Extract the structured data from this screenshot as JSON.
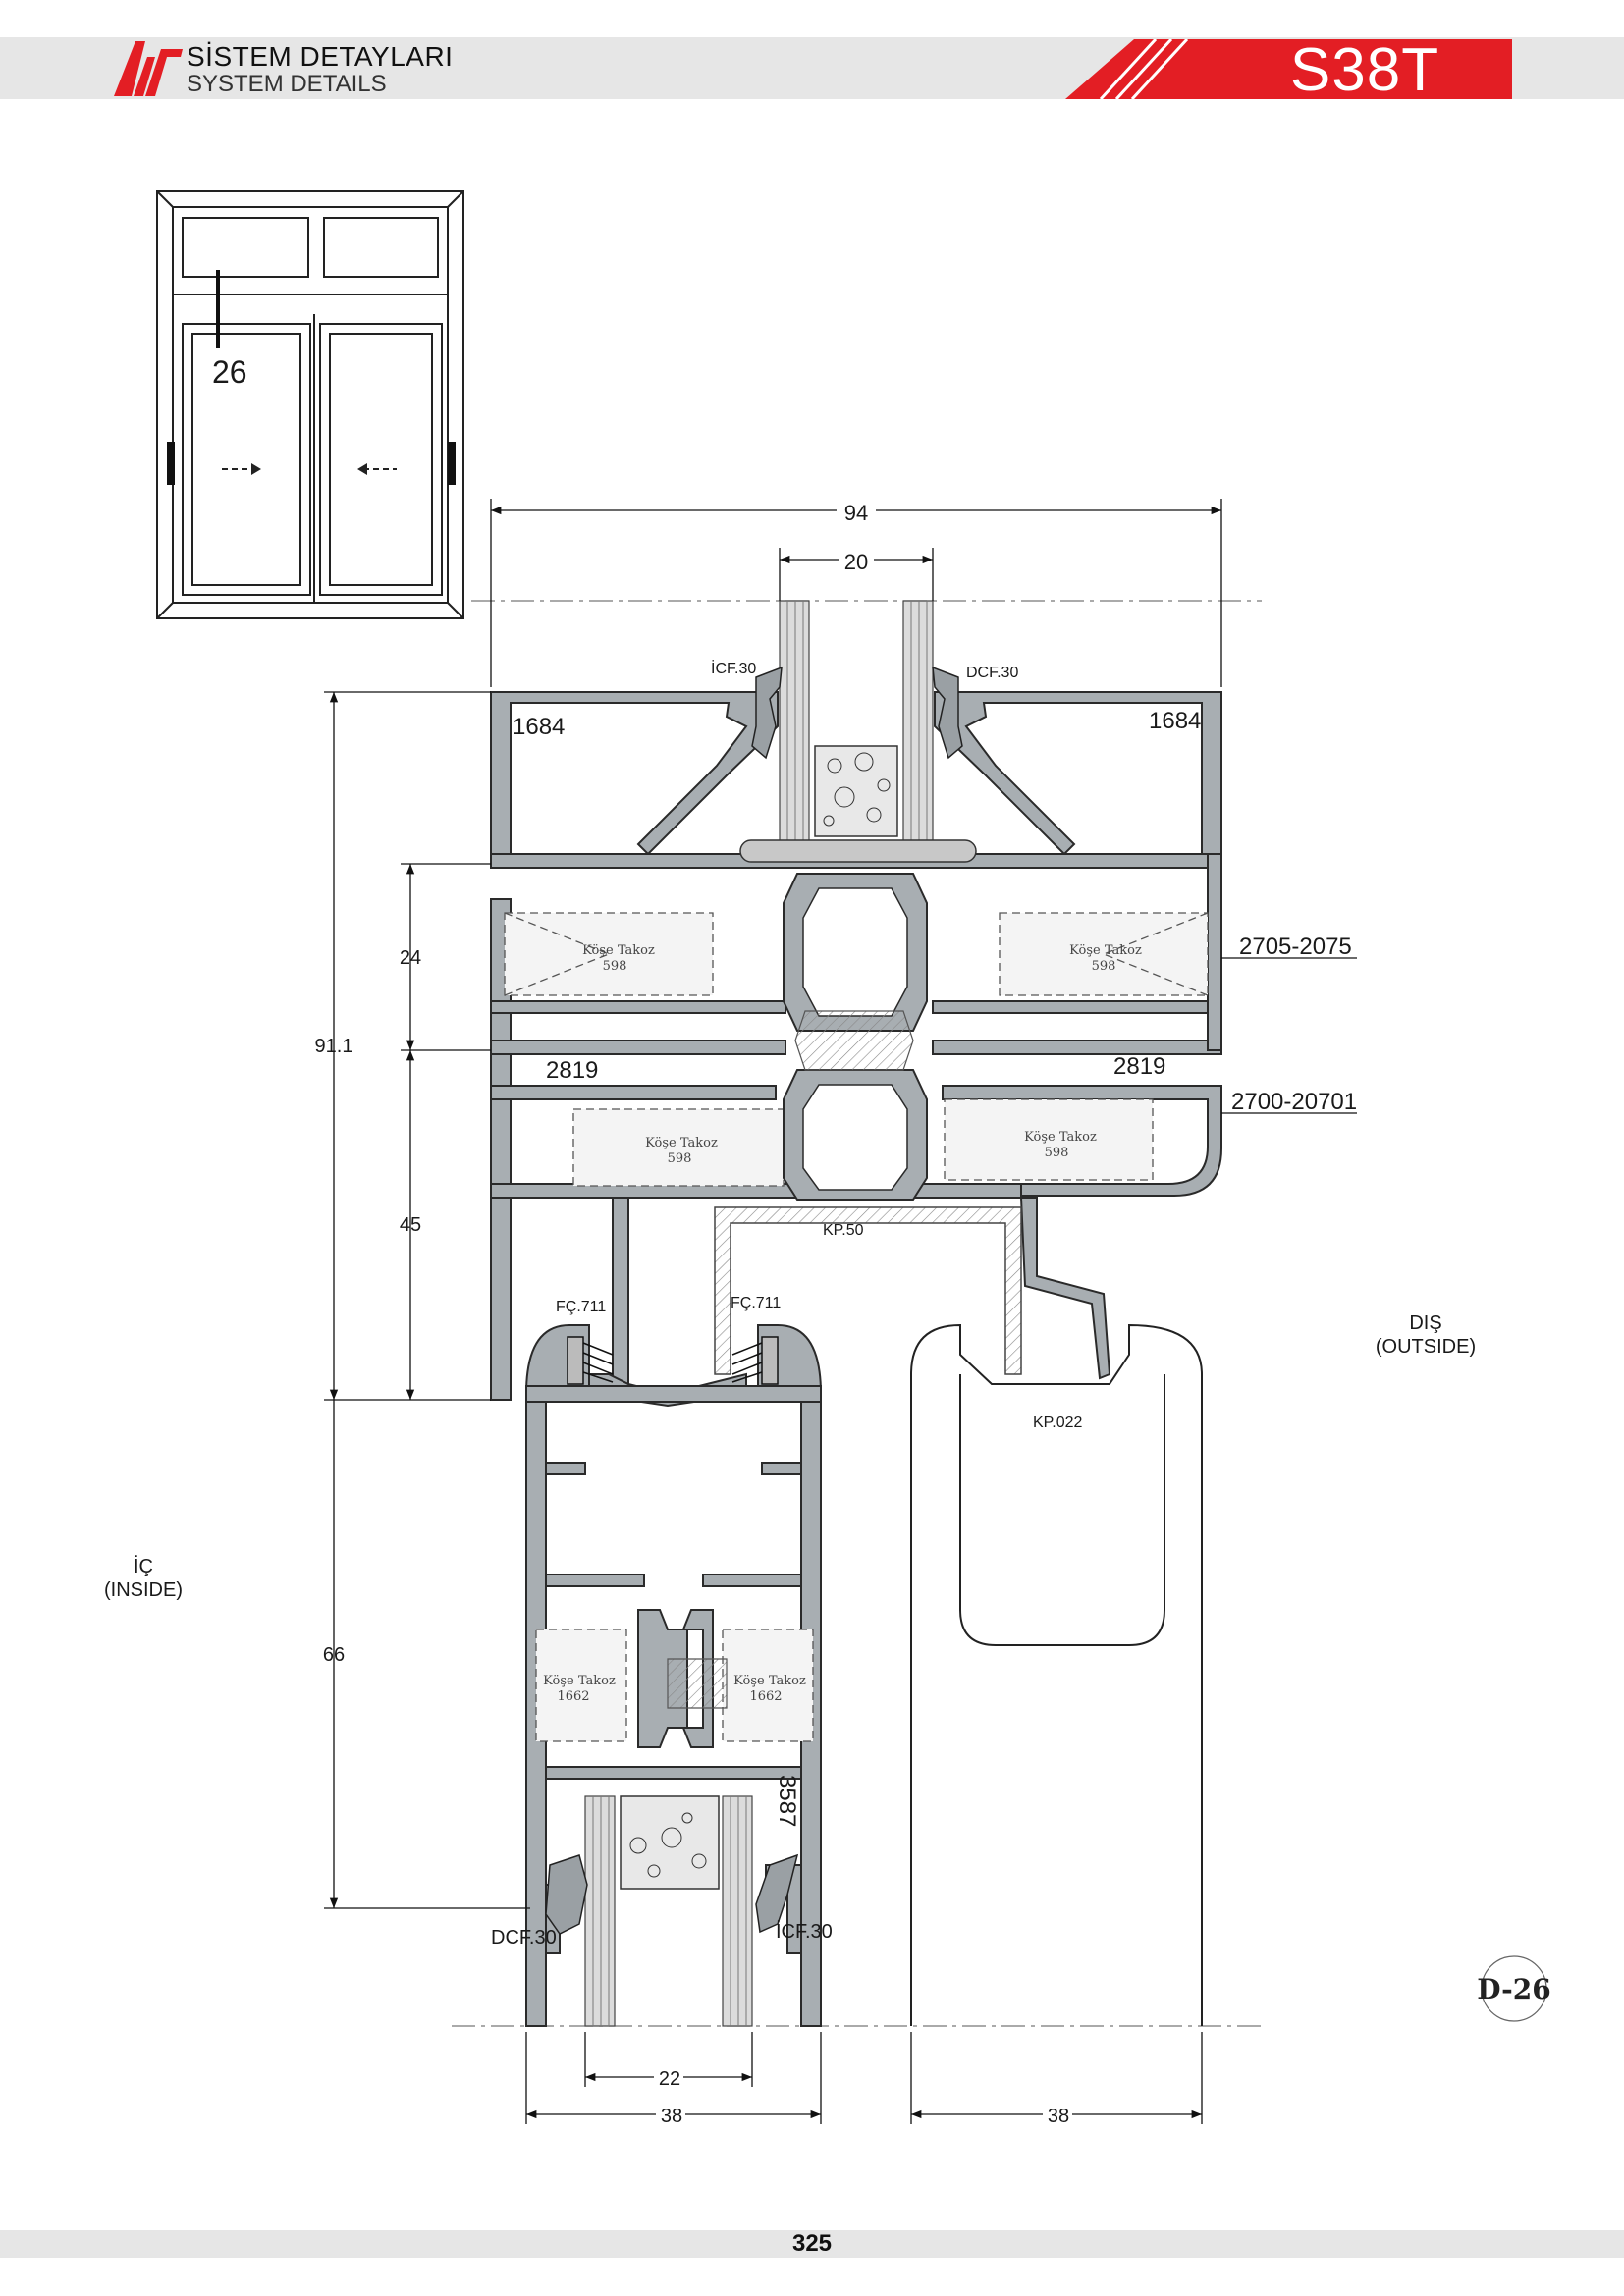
{
  "header": {
    "title_tr": "SİSTEM DETAYLARI",
    "title_en": "SYSTEM DETAILS",
    "system_code": "S38T",
    "brand_color": "#e31e24"
  },
  "thumbnail": {
    "section_number": "26"
  },
  "dimensions": {
    "overall_width": "94",
    "glass_top": "20",
    "total_height": "91.1",
    "h1": "24",
    "h2": "45",
    "sash_height": "66",
    "glass_bottom": "22",
    "sash_width": "38",
    "fixed_width": "38"
  },
  "profiles": {
    "p1684_left": "1684",
    "p1684_right": "1684",
    "p2705": "2705-2075",
    "p2819_left": "2819",
    "p2819_right": "2819",
    "p2700": "2700-20701",
    "p3587": "3587"
  },
  "gaskets": {
    "icf_top": "İCF.30",
    "dcf_top": "DCF.30",
    "kp50": "KP.50",
    "fc_left": "FÇ.711",
    "fc_right": "FÇ.711",
    "kp022": "KP.022",
    "dcf_bottom": "DCF.30",
    "icf_bottom": "İCF.30"
  },
  "corners": {
    "label_line1": "Köşe Takoz",
    "code_598": "598",
    "code_1662": "1662"
  },
  "sides": {
    "inside_tr": "İÇ",
    "inside_en": "(INSIDE)",
    "outside_tr": "DIŞ",
    "outside_en": "(OUTSIDE)"
  },
  "detail_code": "D-26",
  "page_number": "325"
}
